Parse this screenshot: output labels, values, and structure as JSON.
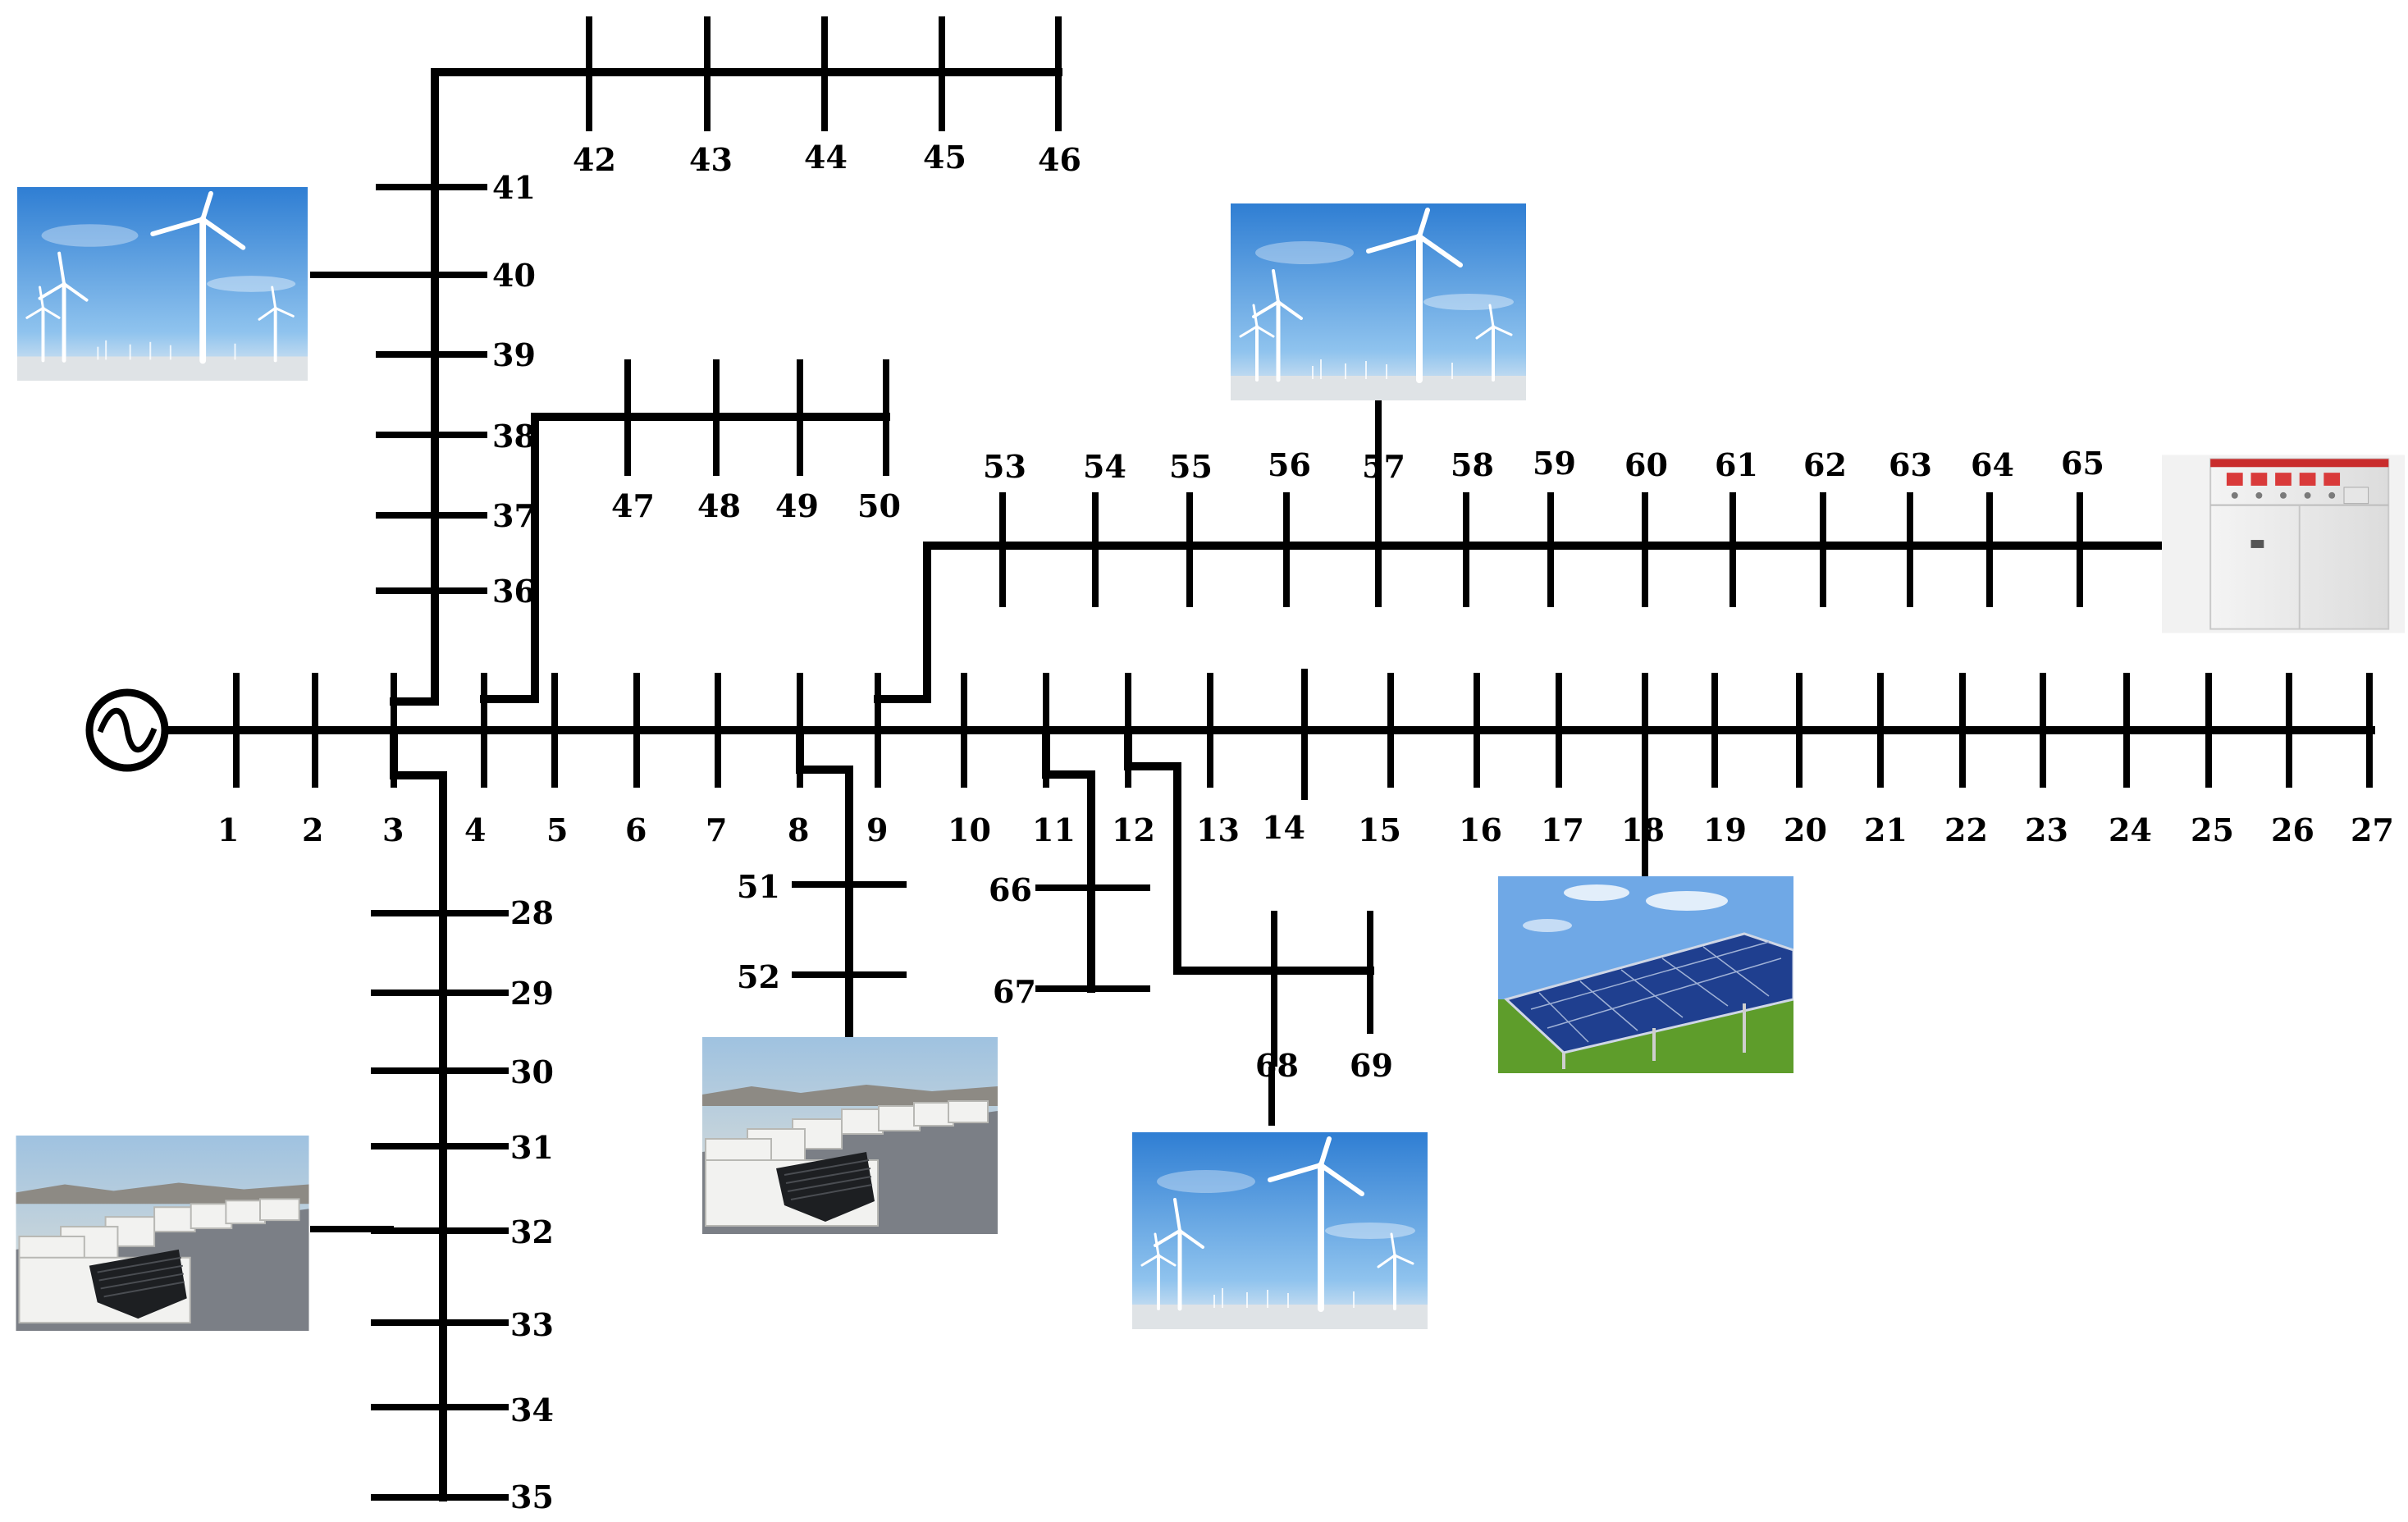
{
  "diagram": {
    "labels": {
      "n1": "1",
      "n2": "2",
      "n3": "3",
      "n4": "4",
      "n5": "5",
      "n6": "6",
      "n7": "7",
      "n8": "8",
      "n9": "9",
      "n10": "10",
      "n11": "11",
      "n12": "12",
      "n13": "13",
      "n14": "14",
      "n15": "15",
      "n16": "16",
      "n17": "17",
      "n18": "18",
      "n19": "19",
      "n20": "20",
      "n21": "21",
      "n22": "22",
      "n23": "23",
      "n24": "24",
      "n25": "25",
      "n26": "26",
      "n27": "27",
      "n28": "28",
      "n29": "29",
      "n30": "30",
      "n31": "31",
      "n32": "32",
      "n33": "33",
      "n34": "34",
      "n35": "35",
      "n36": "36",
      "n37": "37",
      "n38": "38",
      "n39": "39",
      "n40": "40",
      "n41": "41",
      "n42": "42",
      "n43": "43",
      "n44": "44",
      "n45": "45",
      "n46": "46",
      "n47": "47",
      "n48": "48",
      "n49": "49",
      "n50": "50",
      "n51": "51",
      "n52": "52",
      "n53": "53",
      "n54": "54",
      "n55": "55",
      "n56": "56",
      "n57": "57",
      "n58": "58",
      "n59": "59",
      "n60": "60",
      "n61": "61",
      "n62": "62",
      "n63": "63",
      "n64": "64",
      "n65": "65",
      "n66": "66",
      "n67": "67",
      "n68": "68",
      "n69": "69"
    },
    "devices": {
      "source": "ac-source-icon",
      "wind_a": "wind-turbine-icon",
      "wind_b": "wind-turbine-icon",
      "wind_c": "wind-turbine-icon",
      "storage_a": "battery-storage-icon",
      "storage_b": "battery-storage-icon",
      "solar": "solar-panel-icon",
      "cabinet": "switchgear-cabinet-icon"
    },
    "colors": {
      "line": "#000000",
      "sky": "#3d8ad8",
      "solar": "#1f3f8f",
      "grass": "#5a9e2a"
    }
  }
}
